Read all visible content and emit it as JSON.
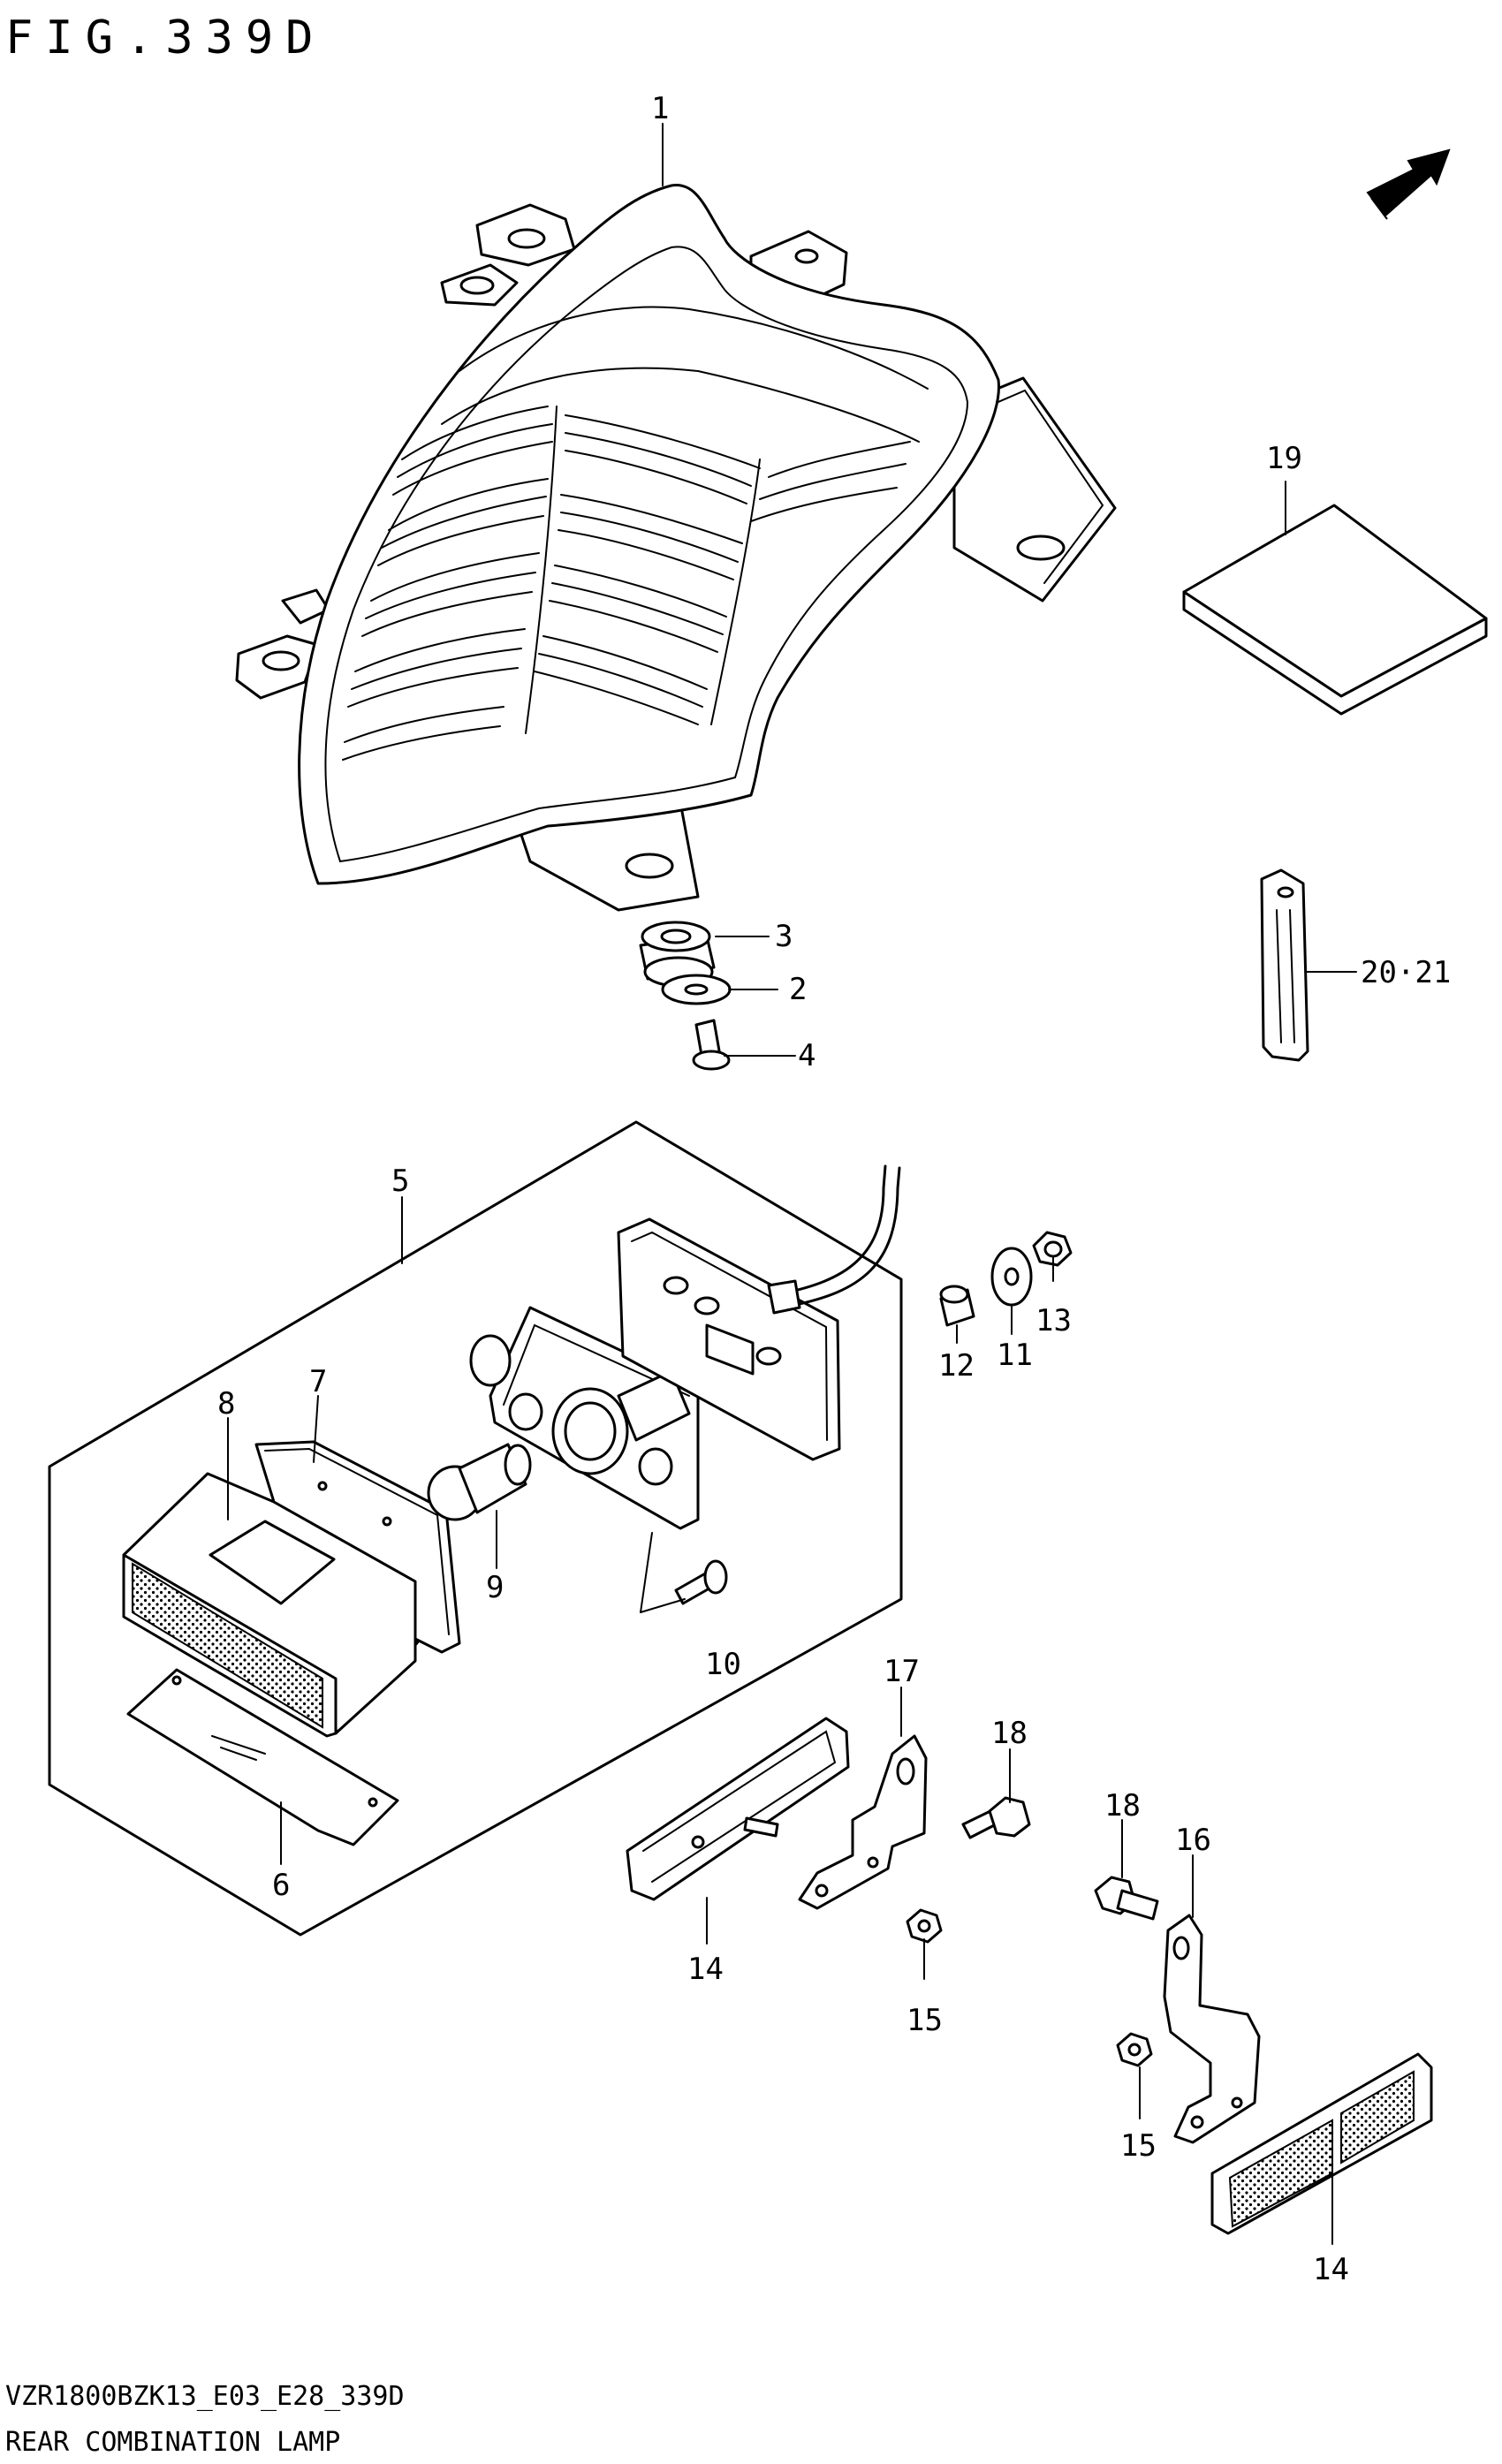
{
  "figure": {
    "title": "FIG.339D"
  },
  "footer": {
    "model_code": "VZR1800BZK13_E03_E28_339D",
    "caption": "REAR COMBINATION LAMP"
  },
  "callouts": {
    "p1": "1",
    "p2": "2",
    "p3": "3",
    "p4": "4",
    "p5": "5",
    "p6": "6",
    "p7": "7",
    "p8": "8",
    "p9": "9",
    "p10": "10",
    "p11": "11",
    "p12": "12",
    "p13": "13",
    "p14a": "14",
    "p14b": "14",
    "p15a": "15",
    "p15b": "15",
    "p16": "16",
    "p17": "17",
    "p18a": "18",
    "p18b": "18",
    "p19": "19",
    "p20_21": "20·21"
  },
  "icons": {
    "direction": "arrow-icon"
  }
}
